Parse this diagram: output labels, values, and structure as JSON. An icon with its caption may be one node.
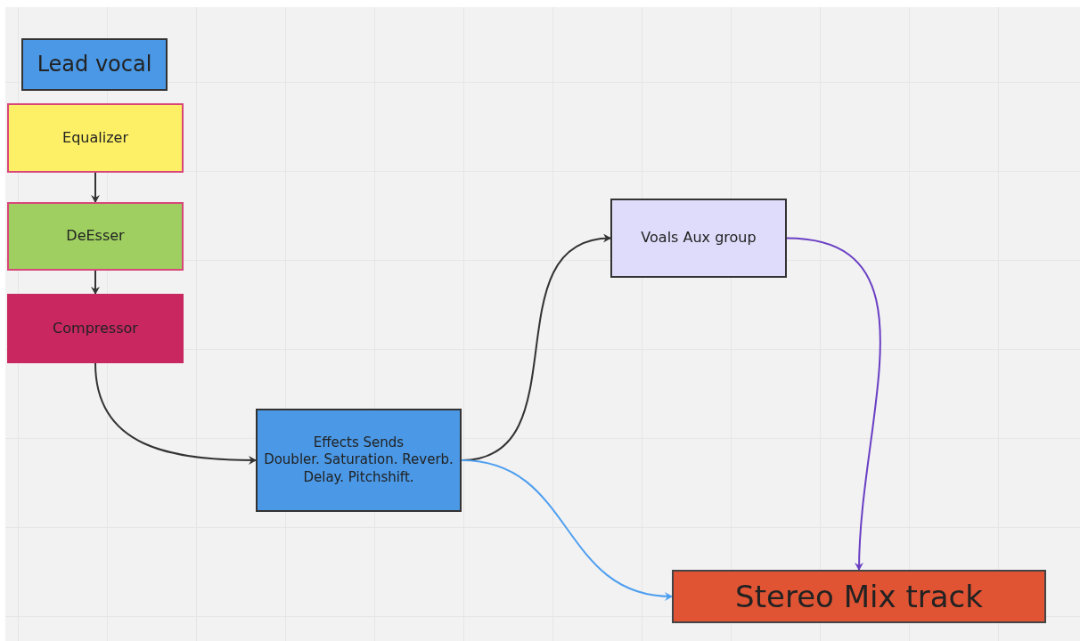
{
  "diagram": {
    "nodes": [
      {
        "text": [
          "Lead vocal"
        ]
      },
      {
        "text": [
          "Equalizer"
        ]
      },
      {
        "text": [
          "DeEsser"
        ]
      },
      {
        "text": [
          "Compressor"
        ]
      },
      {
        "text": [
          "Effects Sends",
          "Doubler. Saturation. Reverb. Delay. Pitchshift."
        ]
      },
      {
        "text": [
          "Voals Aux group"
        ]
      },
      {
        "text": [
          "Stereo Mix track"
        ]
      }
    ],
    "edges": [
      {
        "from": 1,
        "to": 2,
        "arrow": "to"
      },
      {
        "from": 2,
        "to": 3,
        "arrow": "to"
      },
      {
        "from": 3,
        "to": 4,
        "arrow": "to"
      },
      {
        "from": 4,
        "to": 5,
        "arrow": "to"
      },
      {
        "from": 4,
        "to": 6,
        "arrow": "to",
        "color": "#4f9ff0"
      },
      {
        "from": 5,
        "to": 6,
        "arrow": "to",
        "color": "#6a3fc4"
      }
    ]
  }
}
